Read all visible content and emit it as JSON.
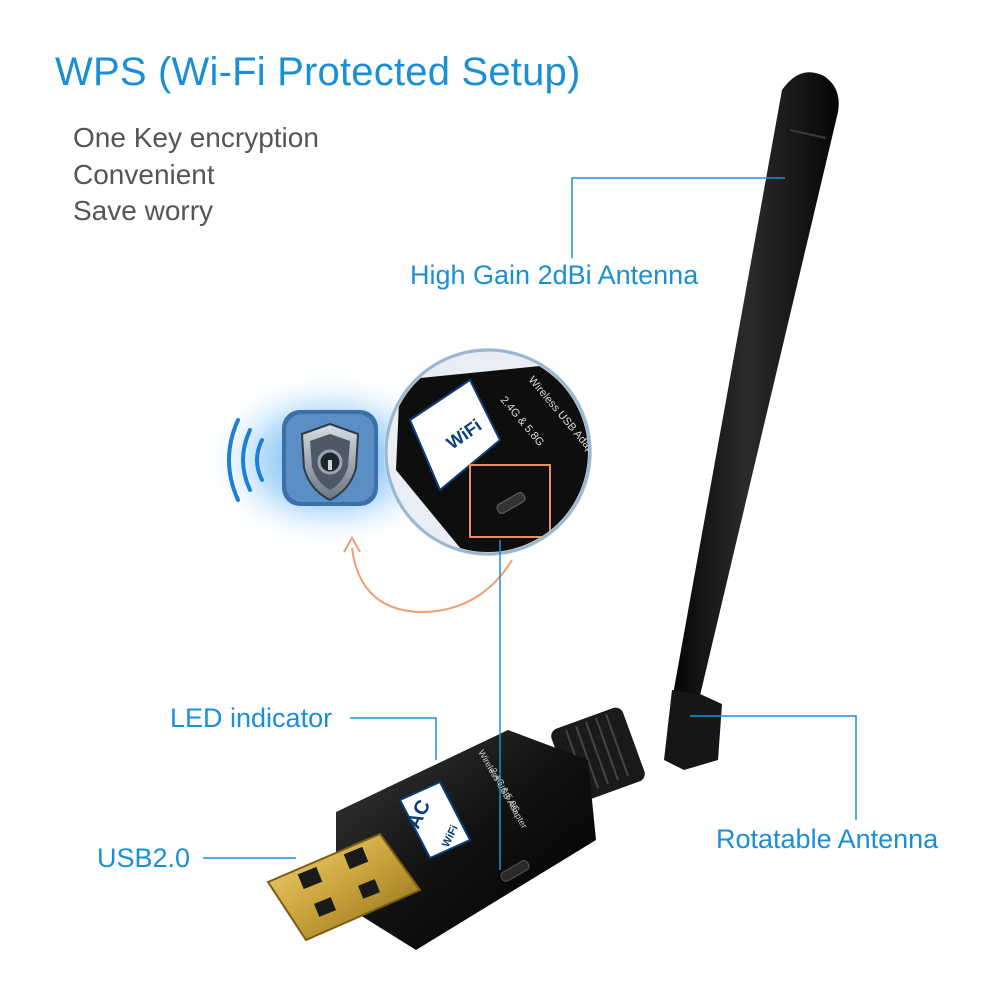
{
  "heading": "WPS (Wi-Fi Protected Setup)",
  "features": [
    "One Key encryption",
    "Convenient",
    "Save worry"
  ],
  "callouts": {
    "antenna": "High Gain 2dBi Antenna",
    "led": "LED indicator",
    "usb": "USB2.0",
    "rotatable": "Rotatable Antenna"
  },
  "device_print": {
    "brand_top": "WiFi",
    "brand_bottom": "AC",
    "band": "2.4G & 5.8G",
    "product": "Wireless USB Adapter"
  },
  "colors": {
    "accent": "#1a8fd6",
    "body_text": "#555555",
    "device": "#111111",
    "gold": "#c9a23a",
    "arrow": "#f0a070"
  },
  "icons": [
    "shield-lock-icon",
    "wifi-signal-icon"
  ]
}
